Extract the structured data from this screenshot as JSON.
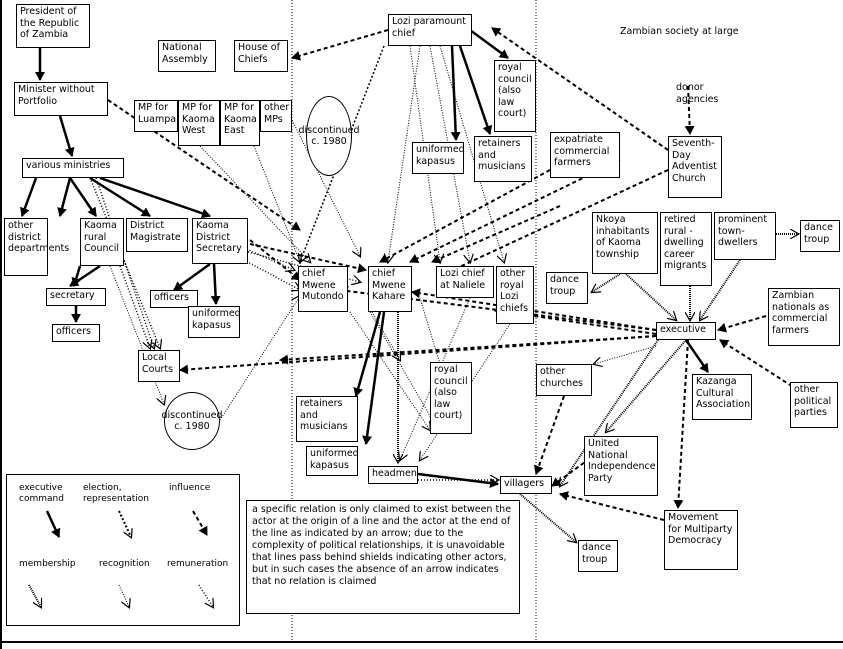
{
  "diagram": {
    "nodes": {
      "president": "President of the Republic of Zambia",
      "minister": "Minister without Portfolio",
      "ministries": "various ministries",
      "other_district": "other district departments",
      "kaoma_rural": "Kaoma rural Council",
      "secretary": "secretary",
      "officers_left": "officers",
      "district_magistrate": "District Magistrate",
      "kaoma_district_sec": "Kaoma District Secretary",
      "officers_mid": "officers",
      "uniformed_kapasus_left": "uniformed kapasus",
      "local_courts": "Local Courts",
      "discontinued_bottom": "discontinued c. 1980",
      "national_assembly": "National Assembly",
      "mp_luampa": "MP for Luampa",
      "mp_kaoma_west": "MP for Kaoma West",
      "mp_kaoma_east": "MP for Kaoma East",
      "other_mps": "other MPs",
      "house_of_chiefs": "House of Chiefs",
      "discontinued_top": "discontinued c. 1980",
      "lozi_paramount": "Lozi paramount chief",
      "royal_council_top": "royal council (also law court)",
      "uniformed_kapasus_top": "uniformed kapasus",
      "retainers_top": "retainers and musicians",
      "chief_mutondo": "chief Mwene Mutondo",
      "chief_kahare": "chief Mwene Kahare",
      "lozi_chief_naliele": "Lozi chief at Naliele",
      "other_royal_lozi": "other royal Lozi chiefs",
      "royal_council_bottom": "royal council (also law court)",
      "retainers_bottom": "retainers and musicians",
      "uniformed_kapasus_bottom": "uniformed kapasus",
      "headmen": "headmen",
      "villagers": "villagers",
      "dance_troup_bottom": "dance troup",
      "expatriate_farmers": "expatriate commercial farmers",
      "sda_church": "Seventh-Day Adventist Church",
      "zambian_society": "Zambian society at large",
      "donor_agencies": "donor agencies",
      "nkoya_kaoma": "Nkoya inhabitants of Kaoma township",
      "retired_rural": "retired rural -dwelling career migrants",
      "prominent_town": "prominent town- dwellers",
      "dance_troup_right": "dance troup",
      "dance_troup_mid": "dance troup",
      "executive": "executive",
      "zambian_nationals": "Zambian nationals as commercial farmers",
      "other_churches": "other churches",
      "kazanga": "Kazanga Cultural Association",
      "other_parties": "other political parties",
      "unip": "United National Independence Party",
      "mmd": "Movement for Multiparty Democracy"
    },
    "legend": {
      "executive_command": "executive command",
      "election": "election, representation",
      "influence": "influence",
      "membership": "membership",
      "recognition": "recognition",
      "remuneration": "remuneration"
    },
    "note": "a specific relation is only claimed to exist between the actor at the origin of a line and the actor at the end of the line as indicated by an arrow; due to the complexity of political relationships, it is unavoidable that lines pass behind shields indicating other actors, but in such cases the absence of an arrow indicates that no relation is claimed"
  }
}
